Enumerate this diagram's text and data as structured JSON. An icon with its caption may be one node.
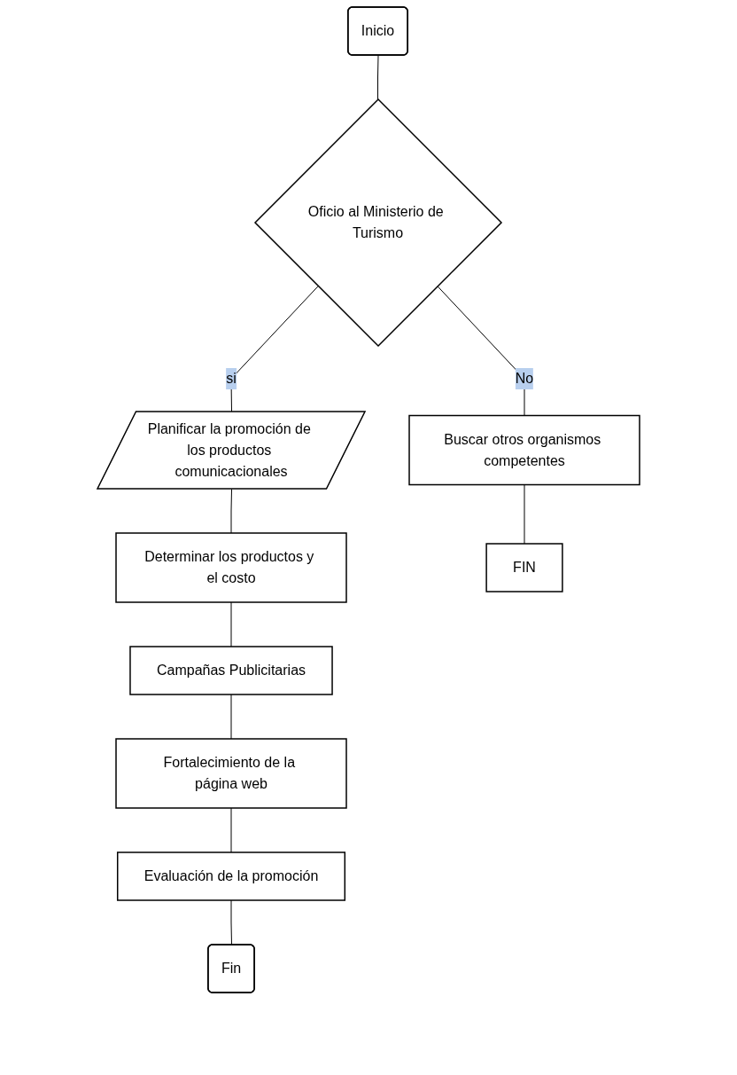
{
  "diagram": {
    "nodes": [
      {
        "text": [
          "Inicio"
        ]
      },
      {
        "text": [
          "Oficio al Ministerio de Turismo"
        ]
      },
      {
        "text": [
          "Planificar la promoción de los productos comunicacionales"
        ]
      },
      {
        "text": [
          "Determinar los productos y el costo"
        ]
      },
      {
        "text": [
          "Campañas Publicitarias"
        ]
      },
      {
        "text": [
          "Fortalecimiento de la página web"
        ]
      },
      {
        "text": [
          "Evaluación de la promoción"
        ]
      },
      {
        "text": [
          "Fin"
        ]
      },
      {
        "text": [
          "Buscar otros organismos competentes"
        ]
      },
      {
        "text": [
          "FIN"
        ]
      }
    ],
    "edges": [
      {
        "from": 0,
        "to": 1,
        "arrow": "none"
      },
      {
        "from": 1,
        "to": 2,
        "arrow": "none",
        "label": "si"
      },
      {
        "from": 2,
        "to": 3,
        "arrow": "none"
      },
      {
        "from": 3,
        "to": 4,
        "arrow": "none"
      },
      {
        "from": 4,
        "to": 5,
        "arrow": "none"
      },
      {
        "from": 5,
        "to": 6,
        "arrow": "none"
      },
      {
        "from": 6,
        "to": 7,
        "arrow": "none"
      },
      {
        "from": 1,
        "to": 8,
        "arrow": "none",
        "label": "No"
      },
      {
        "from": 8,
        "to": 9,
        "arrow": "none"
      }
    ]
  }
}
